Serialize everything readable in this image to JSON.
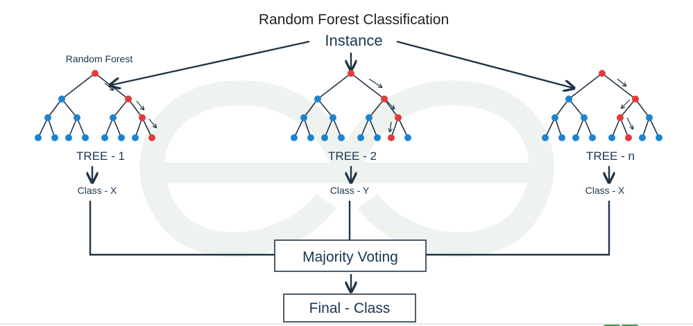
{
  "diagram": {
    "title": "Random Forest Classification",
    "instance_label": "Instance",
    "forest_label": "Random Forest",
    "trees": [
      {
        "label": "TREE - 1",
        "class_label": "Class - X"
      },
      {
        "label": "TREE - 2",
        "class_label": "Class - Y"
      },
      {
        "label": "TREE - n",
        "class_label": "Class - X"
      }
    ],
    "voting_label": "Majority Voting",
    "final_label": "Final - Class"
  },
  "colors": {
    "node_blue": "#1b84d1",
    "node_red": "#e63a3a",
    "line": "#1f3346",
    "text": "#1a3550",
    "watermark": "#e9efec"
  }
}
